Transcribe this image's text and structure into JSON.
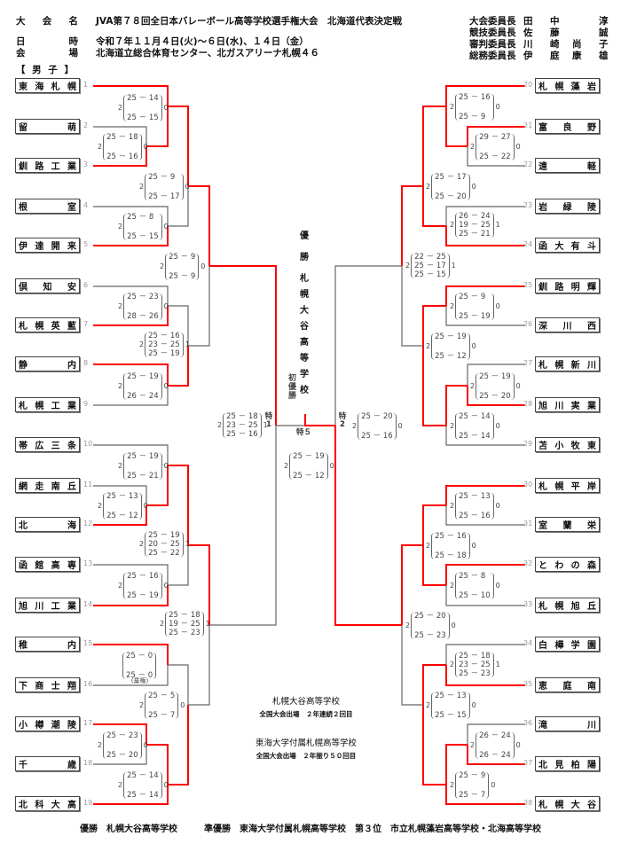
{
  "header": {
    "rows": [
      {
        "label_chars": [
          "大",
          "会",
          "名"
        ],
        "value": "JVA第７８回全日本バレーボール高等学校選手権大会　北海道代表決定戦"
      },
      {
        "label_chars": [
          "日",
          "",
          "時"
        ],
        "value": "令和７年１１月４日(火)～６日(水)、１４日（金）"
      },
      {
        "label_chars": [
          "会",
          "",
          "場"
        ],
        "value": "北海道立総合体育センター、北ガスアリーナ札幌４６"
      }
    ],
    "officials": [
      {
        "title": "大会委員長",
        "name": [
          "田",
          "中",
          "",
          "淳"
        ]
      },
      {
        "title": "競技委員長",
        "name": [
          "佐",
          "藤",
          "",
          "誠"
        ]
      },
      {
        "title": "審判委員長",
        "name": [
          "川",
          "崎",
          "尚",
          "子"
        ]
      },
      {
        "title": "総務委員長",
        "name": [
          "伊",
          "庭",
          "康",
          "雄"
        ]
      }
    ],
    "division": "【 男 子 】"
  },
  "teams_left": [
    {
      "num": "1",
      "name": "東海札幌"
    },
    {
      "num": "2",
      "name": "留　　萌"
    },
    {
      "num": "3",
      "name": "釧路工業"
    },
    {
      "num": "4",
      "name": "根　　室"
    },
    {
      "num": "5",
      "name": "伊達開来"
    },
    {
      "num": "6",
      "name": "倶知安"
    },
    {
      "num": "7",
      "name": "札幌英藍"
    },
    {
      "num": "8",
      "name": "静　　内"
    },
    {
      "num": "9",
      "name": "札幌工業"
    },
    {
      "num": "10",
      "name": "帯広三条"
    },
    {
      "num": "11",
      "name": "網走南丘"
    },
    {
      "num": "12",
      "name": "北　　海"
    },
    {
      "num": "13",
      "name": "函館高専"
    },
    {
      "num": "14",
      "name": "旭川工業"
    },
    {
      "num": "15",
      "name": "稚　　内"
    },
    {
      "num": "16",
      "name": "下商士翔"
    },
    {
      "num": "17",
      "name": "小樽潮陵"
    },
    {
      "num": "18",
      "name": "千　　歳"
    },
    {
      "num": "19",
      "name": "北科大高"
    }
  ],
  "teams_right": [
    {
      "num": "20",
      "name": "札幌藻岩"
    },
    {
      "num": "21",
      "name": "富良野"
    },
    {
      "num": "22",
      "name": "遠　　軽"
    },
    {
      "num": "23",
      "name": "岩緑陵"
    },
    {
      "num": "24",
      "name": "函大有斗"
    },
    {
      "num": "25",
      "name": "釧路明輝"
    },
    {
      "num": "26",
      "name": "深川西"
    },
    {
      "num": "27",
      "name": "札幌新川"
    },
    {
      "num": "28",
      "name": "旭川実業"
    },
    {
      "num": "29",
      "name": "苫小牧東"
    },
    {
      "num": "30",
      "name": "札幌平岸"
    },
    {
      "num": "31",
      "name": "室蘭栄"
    },
    {
      "num": "32",
      "name": "とわの森"
    },
    {
      "num": "33",
      "name": "札幌旭丘"
    },
    {
      "num": "34",
      "name": "白樺学園"
    },
    {
      "num": "35",
      "name": "恵庭南"
    },
    {
      "num": "36",
      "name": "滝　　川"
    },
    {
      "num": "37",
      "name": "北見柏陽"
    },
    {
      "num": "38",
      "name": "札幌大谷"
    }
  ],
  "scores": [
    {
      "id": "L1-2v3",
      "lead": "2",
      "sets": [
        "25 － 18",
        "25 － 16"
      ],
      "tail": "0"
    },
    {
      "id": "L1-1v23",
      "lead": "2",
      "sets": [
        "25 － 14",
        "25 － 15"
      ],
      "tail": "0"
    },
    {
      "id": "L1-4v5",
      "lead": "2",
      "sets": [
        "25 － 8",
        "25 － 15"
      ],
      "tail": "0"
    },
    {
      "id": "L2-top",
      "lead": "2",
      "sets": [
        "25 － 9",
        "25 － 17"
      ],
      "tail": "0"
    },
    {
      "id": "L3-top",
      "lead": "2",
      "sets": [
        "25 － 9",
        "25 － 9"
      ],
      "tail": "0"
    },
    {
      "id": "L1-6v7",
      "lead": "2",
      "sets": [
        "25 － 23",
        "28 － 26"
      ],
      "tail": "0"
    },
    {
      "id": "L1-8v9",
      "lead": "2",
      "sets": [
        "25 － 19",
        "26 － 24"
      ],
      "tail": "0"
    },
    {
      "id": "L2-6to9",
      "lead": "2",
      "sets": [
        "25 － 16",
        "23 － 25",
        "25 － 19"
      ],
      "tail": "1"
    },
    {
      "id": "SF-left",
      "lead": "2",
      "sets": [
        "25 － 18",
        "23 － 25",
        "25 － 16"
      ],
      "tail": "1"
    },
    {
      "id": "L1-10v1112",
      "lead": "2",
      "sets": [
        "25 － 19",
        "25 － 21"
      ],
      "tail": "0"
    },
    {
      "id": "L1-11v12",
      "lead": "2",
      "sets": [
        "25 － 13",
        "25 － 12"
      ],
      "tail": "0"
    },
    {
      "id": "L2-10to14",
      "lead": "2",
      "sets": [
        "25 － 19",
        "20 － 25",
        "25 － 22"
      ],
      "tail": "1"
    },
    {
      "id": "L1-13v14",
      "lead": "2",
      "sets": [
        "25 － 16",
        "25 － 19"
      ],
      "tail": "0"
    },
    {
      "id": "L3-bottom",
      "lead": "2",
      "sets": [
        "25 － 18",
        "19 － 25",
        "25 － 23"
      ],
      "tail": "1"
    },
    {
      "id": "L1-15v16",
      "lead": "",
      "sets": [
        "25 － 0",
        "25 － 0"
      ],
      "tail": "",
      "note": "(棄権)"
    },
    {
      "id": "L2-15to19",
      "lead": "2",
      "sets": [
        "25 － 5",
        "25 － 7"
      ],
      "tail": "0"
    },
    {
      "id": "L1-17v18",
      "lead": "2",
      "sets": [
        "25 － 23",
        "25 － 20"
      ],
      "tail": "0"
    },
    {
      "id": "L1-1718v19",
      "lead": "2",
      "sets": [
        "25 － 14",
        "25 － 14"
      ],
      "tail": "0"
    },
    {
      "id": "R1-20v2122",
      "lead": "2",
      "sets": [
        "25 － 16",
        "25 － 9"
      ],
      "tail": "0"
    },
    {
      "id": "R1-21v22",
      "lead": "2",
      "sets": [
        "29 － 27",
        "25 － 22"
      ],
      "tail": "0"
    },
    {
      "id": "R2-20to24",
      "lead": "2",
      "sets": [
        "25 － 17",
        "25 － 20"
      ],
      "tail": "0"
    },
    {
      "id": "R1-23v24",
      "lead": "2",
      "sets": [
        "26 － 24",
        "19 － 25",
        "25 － 21"
      ],
      "tail": "1"
    },
    {
      "id": "R3-top",
      "lead": "2",
      "sets": [
        "22 － 25",
        "25 － 17",
        "25 － 15"
      ],
      "tail": "1"
    },
    {
      "id": "R1-25v26",
      "lead": "2",
      "sets": [
        "25 － 9",
        "25 － 19"
      ],
      "tail": "0"
    },
    {
      "id": "R2-25to29",
      "lead": "2",
      "sets": [
        "25 － 19",
        "25 － 12"
      ],
      "tail": "0"
    },
    {
      "id": "R1-27v28",
      "lead": "2",
      "sets": [
        "25 － 19",
        "25 － 20"
      ],
      "tail": "0"
    },
    {
      "id": "R1-2728v29",
      "lead": "2",
      "sets": [
        "25 － 14",
        "25 － 14"
      ],
      "tail": "0"
    },
    {
      "id": "SF-right",
      "lead": "2",
      "sets": [
        "25 － 20",
        "25 － 16"
      ],
      "tail": "0"
    },
    {
      "id": "Final",
      "lead": "2",
      "sets": [
        "25 － 19",
        "25 － 12"
      ],
      "tail": "0"
    },
    {
      "id": "R1-30v31",
      "lead": "2",
      "sets": [
        "25 － 13",
        "25 － 16"
      ],
      "tail": "0"
    },
    {
      "id": "R2-30to33",
      "lead": "2",
      "sets": [
        "25 － 16",
        "25 － 18"
      ],
      "tail": "0"
    },
    {
      "id": "R1-32v33",
      "lead": "2",
      "sets": [
        "25 － 8",
        "25 － 10"
      ],
      "tail": "0"
    },
    {
      "id": "R3-bottom",
      "lead": "2",
      "sets": [
        "25 － 20",
        "25 － 23"
      ],
      "tail": "0"
    },
    {
      "id": "R1-34v35",
      "lead": "2",
      "sets": [
        "25 － 18",
        "23 － 25",
        "25 － 23"
      ],
      "tail": "1"
    },
    {
      "id": "R2-34to38",
      "lead": "2",
      "sets": [
        "25 － 13",
        "25 － 15"
      ],
      "tail": "0"
    },
    {
      "id": "R1-36v37",
      "lead": "2",
      "sets": [
        "26 － 24",
        "26 － 24"
      ],
      "tail": "0"
    },
    {
      "id": "R1-3637v38",
      "lead": "2",
      "sets": [
        "25 － 9",
        "25 － 7"
      ],
      "tail": "0"
    }
  ],
  "center": {
    "champion_vertical": [
      "優",
      "　",
      "勝",
      "　",
      "札",
      "幌",
      "大",
      "谷",
      "高",
      "等",
      "学",
      "校"
    ],
    "first_win": [
      "初",
      "優",
      "勝"
    ],
    "special_1": [
      "特",
      "1"
    ],
    "special_2": [
      "特",
      "2"
    ],
    "special_5": "特５"
  },
  "notes": [
    {
      "school": "札幌大谷高等学校",
      "detail": "全国大会出場　２年連続２回目"
    },
    {
      "school": "東海大学付属札幌高等学校",
      "detail": "全国大会出場　２年振り５０回目"
    }
  ],
  "footer": "優勝　札幌大谷高等学校　　　準優勝　東海大学付属札幌高等学校　第３位　市立札幌藻岩高等学校・北海高等学校",
  "colors": {
    "winner_line": "#ff0000",
    "loser_line": "#666666"
  }
}
